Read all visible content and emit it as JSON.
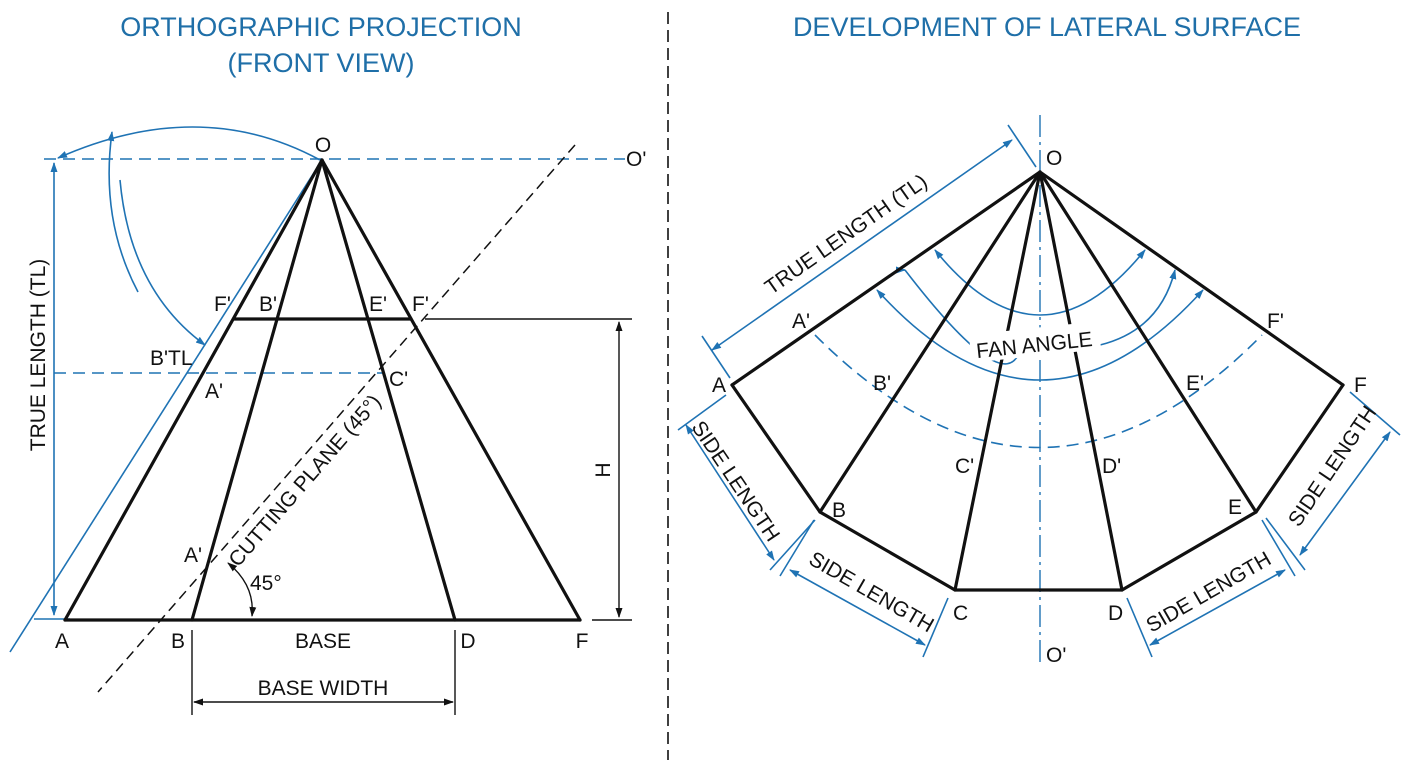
{
  "left_panel": {
    "title_line1": "ORTHOGRAPHIC PROJECTION",
    "title_line2": "(FRONT VIEW)",
    "labels": {
      "apex": "O",
      "apex_projection": "O'",
      "base_points": [
        "A",
        "B",
        "D",
        "F"
      ],
      "section_points_top": [
        "F'",
        "B'",
        "E'",
        "F'"
      ],
      "section_point_c": "C'",
      "section_point_a_upper": "A'",
      "section_point_a_lower": "A'",
      "b_true_length": "B'TL",
      "true_length": "TRUE LENGTH (TL)",
      "cutting_plane": "CUTTING PLANE (45°)",
      "angle": "45°",
      "base": "BASE",
      "base_width": "BASE WIDTH",
      "height": "H"
    }
  },
  "right_panel": {
    "title": "DEVELOPMENT OF LATERAL SURFACE",
    "labels": {
      "apex": "O",
      "apex_projection": "O'",
      "outer_points": [
        "A",
        "B",
        "C",
        "D",
        "E",
        "F"
      ],
      "inner_points": [
        "A'",
        "B'",
        "C'",
        "D'",
        "E'",
        "F'"
      ],
      "true_length": "TRUE LENGTH (TL)",
      "fan_angle": "FAN ANGLE",
      "side_length": "SIDE LENGTH"
    }
  },
  "colors": {
    "accent_blue": "#1f73b4",
    "title_blue": "#1f6fa8",
    "line_black": "#111111"
  }
}
